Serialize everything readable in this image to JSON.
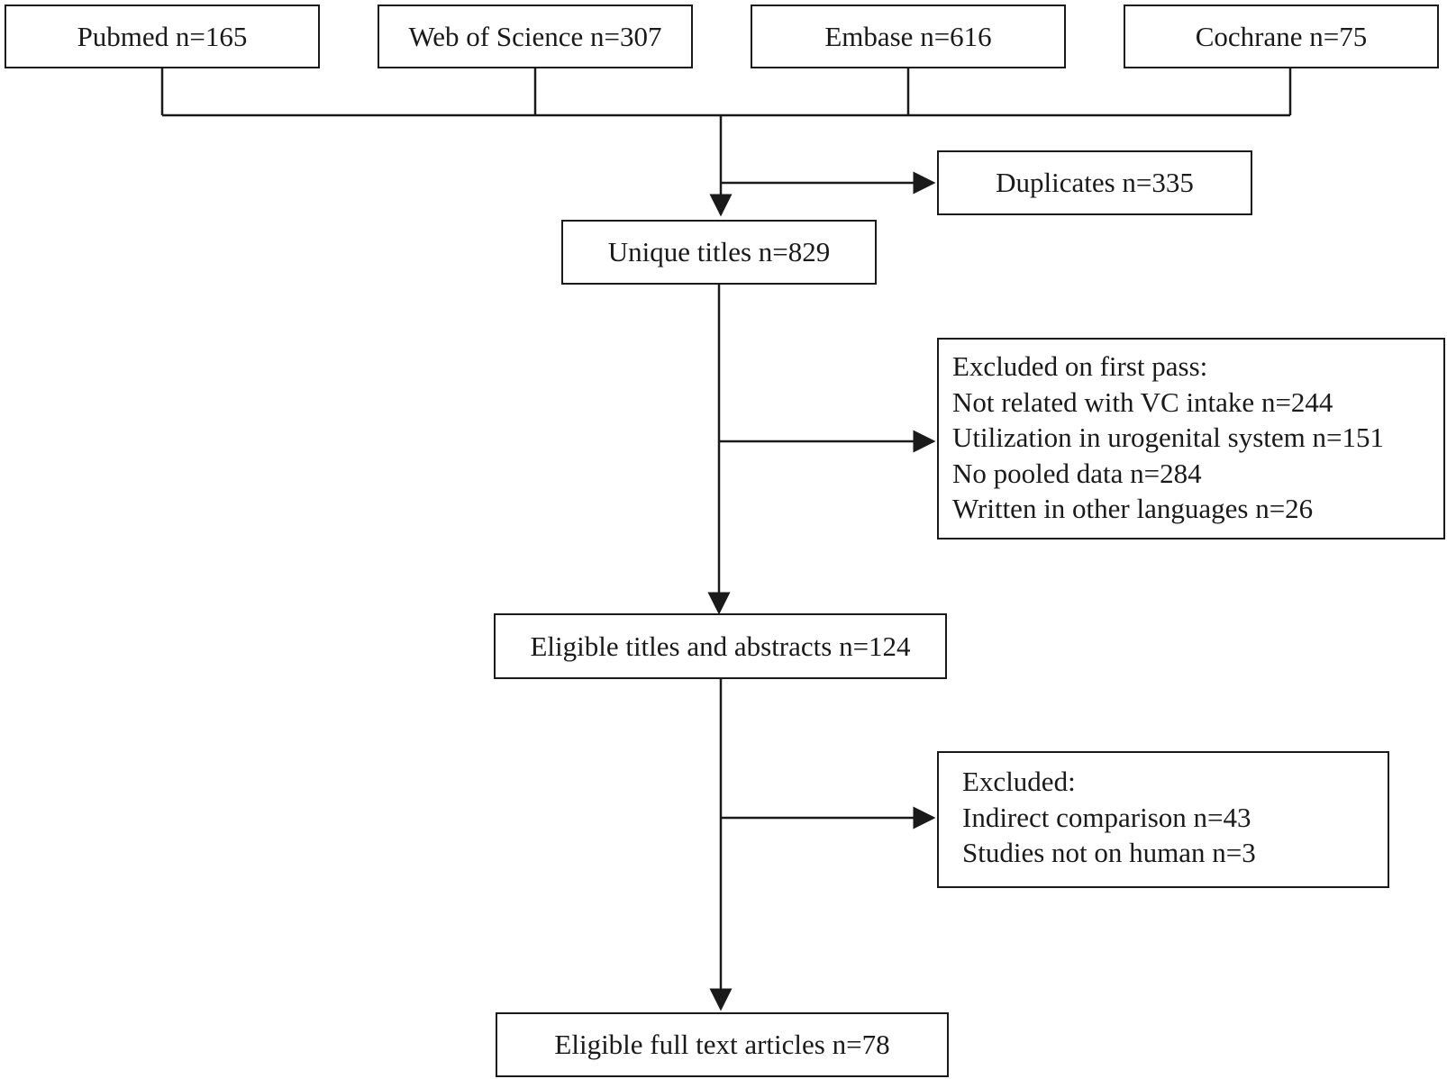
{
  "sources": [
    {
      "label": "Pubmed n=165"
    },
    {
      "label": "Web of Science n=307"
    },
    {
      "label": "Embase n=616"
    },
    {
      "label": "Cochrane n=75"
    }
  ],
  "duplicates": "Duplicates n=335",
  "unique_titles": "Unique titles n=829",
  "first_pass_exclusion": {
    "heading": "Excluded on first pass:",
    "items": [
      "Not related with VC intake n=244",
      "Utilization in urogenital system n=151",
      "No pooled data n=284",
      "Written in other languages n=26"
    ]
  },
  "eligible_abstracts": "Eligible titles and abstracts n=124",
  "second_exclusion": {
    "heading": "Excluded:",
    "items": [
      "Indirect comparison n=43",
      "Studies not on human n=3"
    ]
  },
  "eligible_full_text": "Eligible full text articles n=78"
}
